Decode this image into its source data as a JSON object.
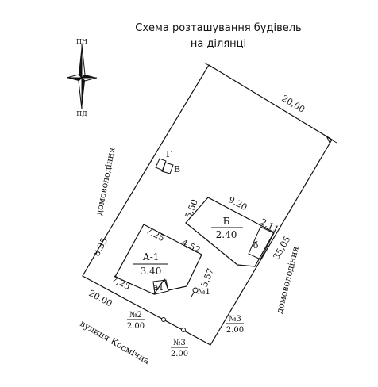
{
  "title": {
    "line1": "Схема  розташування будівель",
    "line2": "на ділянці"
  },
  "compass": {
    "north_label": "ПН",
    "south_label": "ПД",
    "icon": "compass-rose-icon"
  },
  "plot": {
    "dims": {
      "top": "20,00",
      "right": "35,05",
      "bottom_left": "20,00",
      "left_a": "8,35"
    },
    "neighbors": {
      "left": "домоволодіння",
      "right": "домоволодіння"
    },
    "street": "вулиця Космічна"
  },
  "buildings": {
    "a1": {
      "label": "А-1",
      "height": "3.40",
      "dims": {
        "top": "7,25",
        "right_top": "4,52",
        "right_side": "5,57",
        "bottom": "7,25"
      },
      "porch_label": "а1"
    },
    "b": {
      "label": "Б",
      "height": "2.40",
      "dims": {
        "top": "9,20",
        "left": "5,50",
        "right": "2,11"
      },
      "annex_label": "б"
    },
    "g": {
      "label": "Г"
    },
    "v": {
      "label": "В"
    }
  },
  "fences": {
    "f1": {
      "label": "№1"
    },
    "f2": {
      "label": "№2",
      "height": "2.00"
    },
    "f3a": {
      "label": "№3",
      "height": "2.00"
    },
    "f3b": {
      "label": "№3",
      "height": "2.00"
    }
  }
}
